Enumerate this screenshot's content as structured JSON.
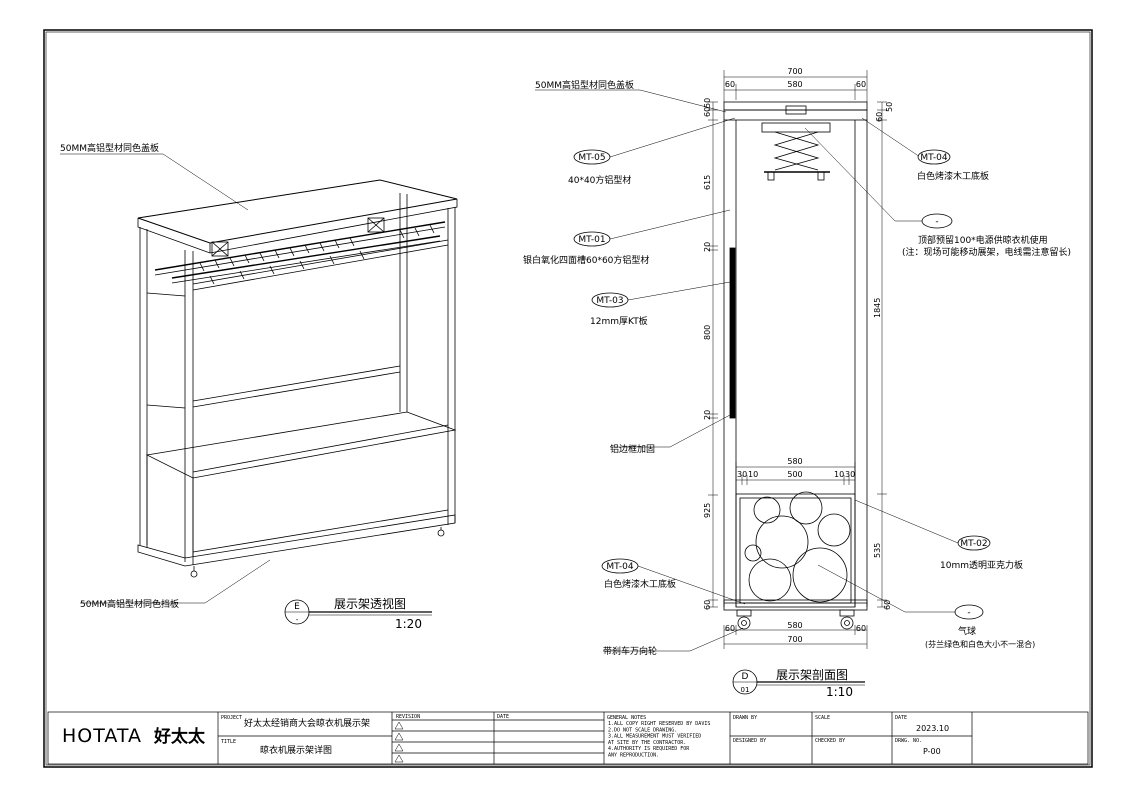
{
  "colors": {
    "ink": "#000000",
    "paper": "#ffffff"
  },
  "perspective": {
    "labels": {
      "top_cover": "50MM高铝型材同色盖板",
      "bottom_baffle": "50MM高铝型材同色挡板"
    },
    "title": {
      "marker": "E",
      "sub": "-",
      "name": "展示架透视图",
      "scale": "1:20"
    }
  },
  "section": {
    "labels": {
      "top_cover": "50MM高铝型材同色盖板",
      "mt05_tag": "MT-05",
      "mt05_desc": "40*40方铝型材",
      "mt01_tag": "MT-01",
      "mt01_desc": "银白氧化四面槽60*60方铝型材",
      "mt03_tag": "MT-03",
      "mt03_desc": "12mm厚KT板",
      "frame_reinforce": "铝边框加固",
      "mt04_top_tag": "MT-04",
      "mt04_top_desc": "白色烤漆木工底板",
      "power_tag": "-",
      "power_desc1": "顶部预留100*电源供晾衣机使用",
      "power_desc2": "(注：现场可能移动展架，电线需注意留长)",
      "mt02_tag": "MT-02",
      "mt02_desc": "10mm透明亚克力板",
      "mt04_bot_tag": "MT-04",
      "mt04_bot_desc": "白色烤漆木工底板",
      "balloon_tag": "-",
      "balloon_desc1": "气球",
      "balloon_desc2": "(芬兰绿色和白色大小不一混合)",
      "caster": "带刹车万向轮"
    },
    "dims": {
      "top_700": "700",
      "top_580": "580",
      "top_60_left": "60",
      "top_60_right": "60",
      "left_60": "60",
      "left_50": "50",
      "left_615": "615",
      "left_20_a": "20",
      "left_800": "800",
      "left_20_b": "20",
      "left_925": "925",
      "left_60_bot": "60",
      "right_50": "50",
      "right_60": "60",
      "right_1845": "1845",
      "right_535": "535",
      "right_60_bot": "60",
      "mid_580": "580",
      "mid_30": "30",
      "mid_10_l": "10",
      "mid_500": "500",
      "mid_10_r": "10",
      "mid_30_r": "30",
      "bot_60_l": "60",
      "bot_580": "580",
      "bot_60_r": "60",
      "bot_700": "700"
    },
    "title": {
      "marker": "D",
      "sub": "01",
      "name": "展示架剖面图",
      "scale": "1:10"
    }
  },
  "titleblock": {
    "logo_en": "HOTATA",
    "logo_cn": "好太太",
    "project_label": "PROJECT",
    "project": "好太太经销商大会晾衣机展示架",
    "title_label": "TITLE",
    "title": "晾衣机展示架详图",
    "revision_label": "REVISION",
    "date_label": "DATE",
    "notes_label": "GENERAL NOTES",
    "notes": [
      "1.ALL COPY RIGHT RESERVED BY DAVIS",
      "2.DO NOT SCALE DRAWING.",
      "3.ALL MEASUREMENT MUST VERIFIED",
      "  AT SITE BY THE CONTRACTOR.",
      "4.AUTHORITY IS REQUIRED FOR",
      "  ANY REPRODUCTION."
    ],
    "drawn_label": "DRAWN BY",
    "designed_label": "DESIGNED BY",
    "scale_label": "SCALE",
    "checked_label": "CHECKED BY",
    "date2_label": "DATE",
    "date2": "2023.10",
    "dwg_label": "DRWG. NO.",
    "dwg": "P-00"
  }
}
